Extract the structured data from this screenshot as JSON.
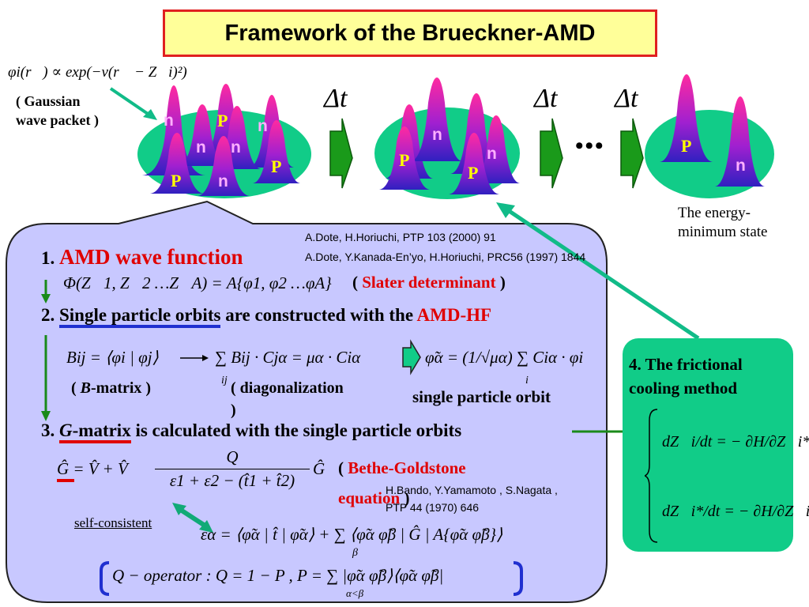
{
  "title": "Framework of the Brueckner-AMD",
  "gaussian": {
    "formula": "φi(r⃗) ∝ exp(−ν(r⃗ − Z⃗i)²)",
    "label_line1": "( Gaussian",
    "label_line2": "wave packet )"
  },
  "nucleons": {
    "n": "n",
    "p": "P"
  },
  "time_step": "Δt",
  "ellipsis": "•••",
  "energy_min": {
    "line1": "The energy-",
    "line2": "minimum state"
  },
  "refs": {
    "ref1": "A.Dote, H.Horiuchi, PTP 103 (2000) 91",
    "ref2": "A.Dote, Y.Kanada-En’yo, H.Horiuchi, PRC56 (1997) 1844",
    "ref3_line1": "H.Bando, Y.Yamamoto , S.Nagata ,",
    "ref3_line2": "PTP 44 (1970) 646"
  },
  "step1": {
    "num": "1.",
    "title": "AMD wave function",
    "formula": "Φ(Z⃗1, Z⃗2 …Z⃗A) = A{φ1, φ2 …φA}",
    "note_open": "(",
    "note": "Slater determinant",
    "note_close": ")"
  },
  "step2": {
    "num": "2.",
    "title_a": "Single particle orbits",
    "title_b": "are constructed with the",
    "title_c": "AMD-HF",
    "bmatrix_formula": "Bij = ⟨φi | φj⟩",
    "diag_formula": "∑ Bij · Cjα = μα · Ciα",
    "sum_index": "ij",
    "bmatrix_note_open": "(",
    "bmatrix_note_b": "B",
    "bmatrix_note": "-matrix )",
    "diag_note": "( diagonalization",
    "diag_note_close": ")",
    "sp_formula": "φ̃α = (1/√μα) ∑ Ciα · φi",
    "sp_index": "i",
    "sp_label": "single particle orbit"
  },
  "step3": {
    "num": "3.",
    "title_g": "G",
    "title_a": "-matrix",
    "title_b": "is calculated with the single particle orbits",
    "g_formula_lhs": "Ĝ = V̂ + V̂",
    "g_formula_num": "Q",
    "g_formula_den": "ε1 + ε2 − (t̂1 + t̂2)",
    "g_formula_rhs": "Ĝ",
    "bg_note_open": "(",
    "bg_note_1": "Bethe-Goldstone",
    "bg_note_2": "equation",
    "bg_note_close": ")",
    "self_consistent": "self-consistent",
    "energy_formula": "εα = ⟨φ̃α | t̂ | φ̃α⟩ + ∑ ⟨φ̃α φ̃β | Ĝ | A{φ̃α φ̃β}⟩",
    "energy_index": "β",
    "q_formula": "Q − operator : Q = 1 − P , P = ∑ |φ̃α φ̃β⟩⟨φ̃α φ̃β|",
    "q_index": "α<β"
  },
  "step4": {
    "title_line1": "4. The frictional",
    "title_line2": "cooling method",
    "eq1": "dZ⃗i/dt = − ∂H/∂Z⃗i*",
    "eq2": "dZ⃗i*/dt = − ∂H/∂Z⃗i"
  },
  "colors": {
    "panel_fill": "#c8c8ff",
    "green": "#11cc88",
    "red": "#e00000",
    "blue": "#2030d0",
    "arrow_green": "#1a8a1a"
  }
}
